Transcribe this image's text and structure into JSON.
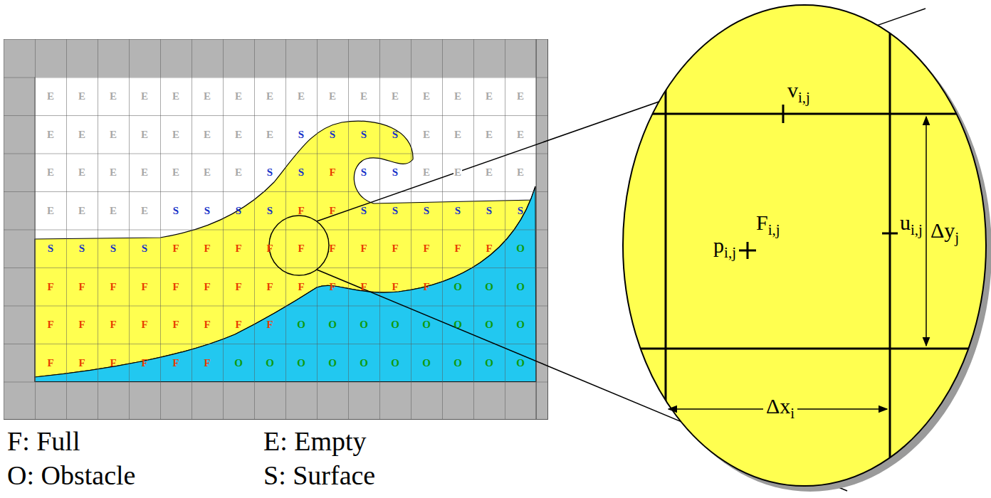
{
  "diagram": {
    "labels": [
      "E",
      "E",
      "E",
      "E",
      "E",
      "E",
      "E",
      "E",
      "E",
      "E",
      "E",
      "E",
      "E",
      "E",
      "E",
      "E",
      "E",
      "E",
      "E",
      "E",
      "E",
      "E",
      "E",
      "E",
      "S",
      "S",
      "S",
      "S",
      "E",
      "E",
      "E",
      "E",
      "E",
      "E",
      "E",
      "E",
      "E",
      "E",
      "E",
      "S",
      "S",
      "F",
      "S",
      "S",
      "E",
      "E",
      "E",
      "E",
      "E",
      "E",
      "E",
      "E",
      "S",
      "S",
      "S",
      "S",
      "F",
      "F",
      "S",
      "S",
      "S",
      "S",
      "S",
      "S",
      "S",
      "S",
      "S",
      "S",
      "F",
      "F",
      "F",
      "F",
      "F",
      "F",
      "F",
      "F",
      "F",
      "F",
      "F",
      "O",
      "F",
      "F",
      "F",
      "F",
      "F",
      "F",
      "F",
      "F",
      "F",
      "F",
      "F",
      "F",
      "F",
      "O",
      "O",
      "O",
      "F",
      "F",
      "F",
      "F",
      "F",
      "F",
      "F",
      "F",
      "O",
      "O",
      "O",
      "O",
      "O",
      "O",
      "O",
      "O",
      "F",
      "F",
      "F",
      "F",
      "F",
      "F",
      "O",
      "O",
      "O",
      "O",
      "O",
      "O",
      "O",
      "O",
      "O",
      "O",
      "F: Full",
      "E: Empty",
      "O: Obstacle",
      "S: Surface",
      "v",
      "i,j",
      "F",
      "i,j",
      "p",
      "i,j",
      "u",
      "i,j",
      "Δy",
      "j",
      "Δx",
      "i"
    ]
  }
}
